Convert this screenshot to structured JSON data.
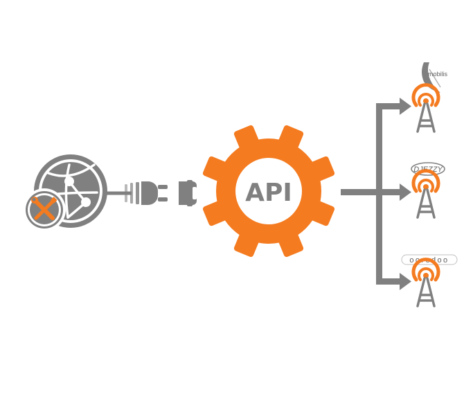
{
  "api": {
    "label": "API"
  },
  "operators": [
    {
      "name": "mobilis"
    },
    {
      "name": "DJEZZY"
    },
    {
      "name": "ooredoo"
    }
  ],
  "icons": {
    "platform": "globe-network-icon",
    "tools": "wrench-screwdriver-icon",
    "connector": "plug-socket-icon",
    "gear": "gear-icon",
    "tower": "antenna-tower-icon"
  },
  "colors": {
    "accent": "#F47B20",
    "gray": "#808080",
    "white": "#ffffff"
  }
}
